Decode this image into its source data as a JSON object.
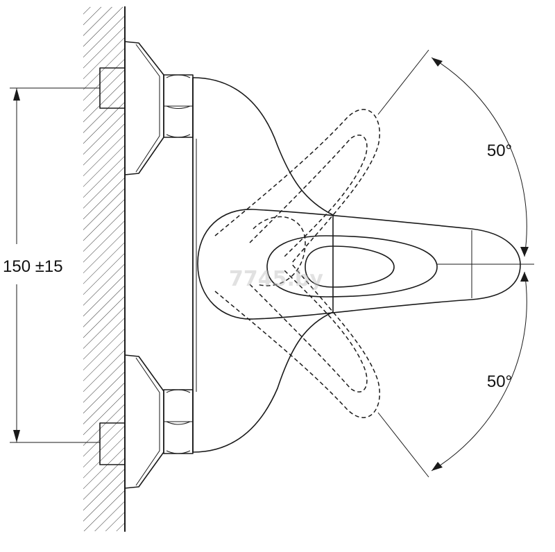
{
  "dimensions": {
    "height_label": "150 ±15",
    "angle_upper": "50°",
    "angle_lower": "50°"
  },
  "watermark": "7745.by"
}
